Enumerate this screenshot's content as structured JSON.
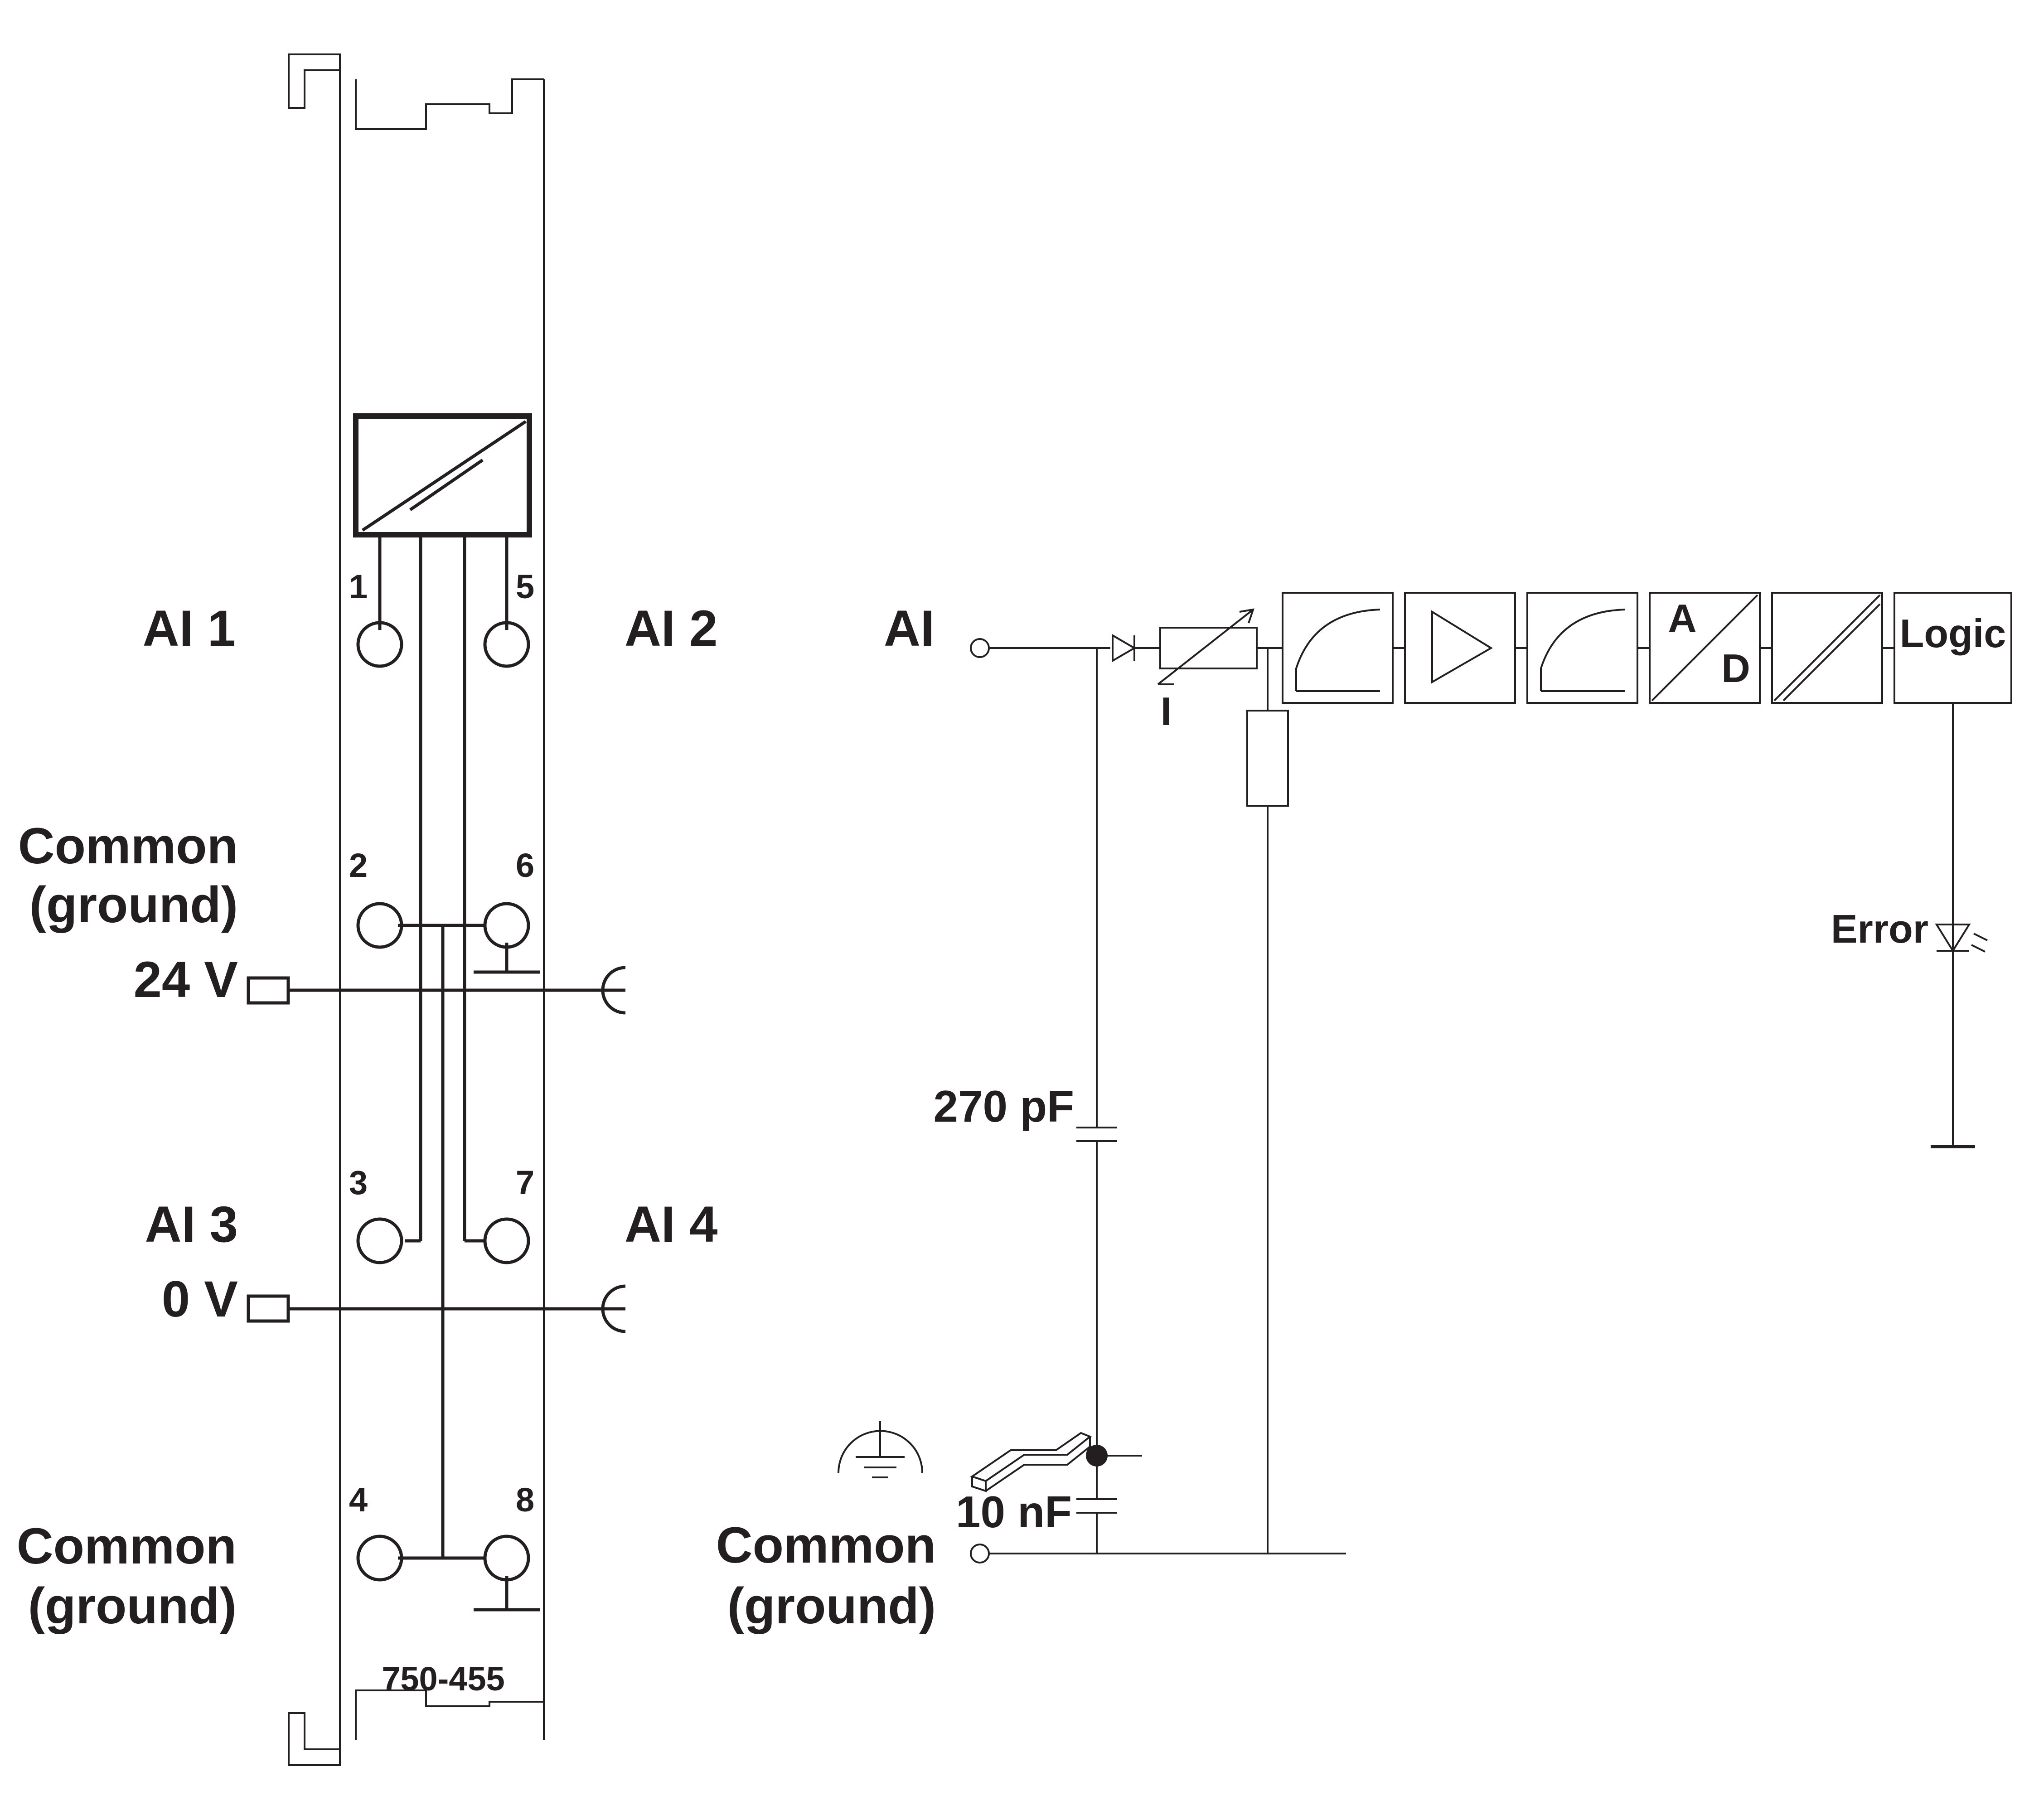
{
  "module": {
    "part_number": "750-455",
    "left_labels": {
      "ai1": "AI 1",
      "ai2": "AI 2",
      "ai3": "AI 3",
      "ai4": "AI 4",
      "common_top_line1": "Common",
      "common_top_line2": "(ground)",
      "common_bottom_line1": "Common",
      "common_bottom_line2": "(ground)",
      "v24": "24 V",
      "v0": "0 V"
    },
    "terminals": [
      "1",
      "2",
      "3",
      "4",
      "5",
      "6",
      "7",
      "8"
    ]
  },
  "circuit": {
    "input_label": "AI",
    "common_line1": "Common",
    "common_line2": "(ground)",
    "cap_270": "270 pF",
    "cap_10n": "10 nF",
    "resistor_symbol": "I",
    "ad_a": "A",
    "ad_d": "D",
    "logic_label": "Logic",
    "error_label": "Error"
  },
  "colors": {
    "line": "#231f20",
    "housing": "#231f20",
    "background": "#ffffff"
  }
}
